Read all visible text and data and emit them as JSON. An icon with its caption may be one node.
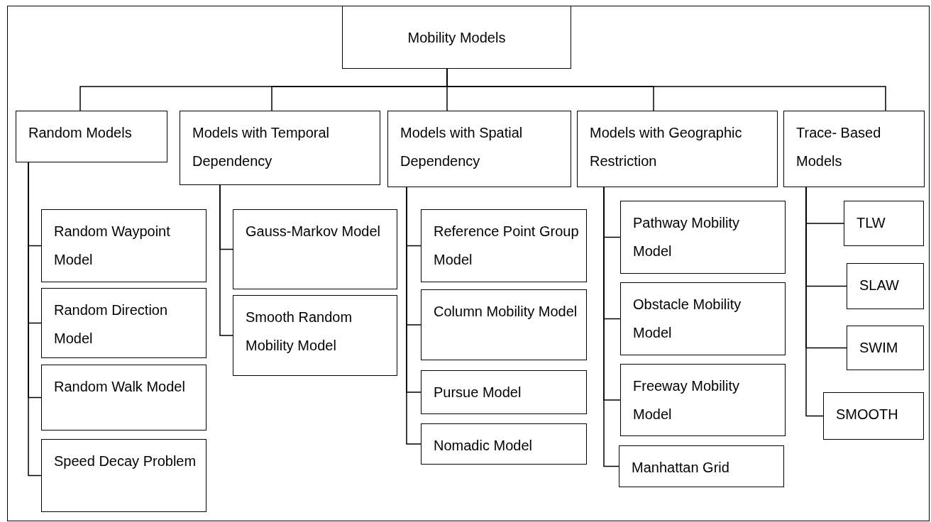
{
  "diagram": {
    "nodes": [
      {
        "text": [
          "Mobility Models"
        ]
      },
      {
        "text": [
          "Random Models"
        ]
      },
      {
        "text": [
          "Models with Temporal Dependency"
        ]
      },
      {
        "text": [
          "Models with Spatial Dependency"
        ]
      },
      {
        "text": [
          "Models with Geographic Restriction"
        ]
      },
      {
        "text": [
          "Trace- Based Models"
        ]
      },
      {
        "text": [
          "Random Waypoint Model"
        ]
      },
      {
        "text": [
          "Random Direction Model"
        ]
      },
      {
        "text": [
          "Random Walk Model"
        ]
      },
      {
        "text": [
          "Speed Decay Problem"
        ]
      },
      {
        "text": [
          "Gauss-Markov Model"
        ]
      },
      {
        "text": [
          "Smooth Random Mobility Model"
        ]
      },
      {
        "text": [
          "Reference Point Group Model"
        ]
      },
      {
        "text": [
          "Column Mobility Model"
        ]
      },
      {
        "text": [
          "Pursue Model"
        ]
      },
      {
        "text": [
          "Nomadic Model"
        ]
      },
      {
        "text": [
          "Pathway Mobility Model"
        ]
      },
      {
        "text": [
          "Obstacle Mobility Model"
        ]
      },
      {
        "text": [
          "Freeway Mobility Model"
        ]
      },
      {
        "text": [
          "Manhattan Grid"
        ]
      },
      {
        "text": [
          "TLW"
        ]
      },
      {
        "text": [
          "SLAW"
        ]
      },
      {
        "text": [
          "SWIM"
        ]
      },
      {
        "text": [
          "SMOOTH"
        ]
      }
    ],
    "edges": [
      {
        "from": 0,
        "to": 1,
        "arrow": "none"
      },
      {
        "from": 0,
        "to": 2,
        "arrow": "none"
      },
      {
        "from": 0,
        "to": 3,
        "arrow": "none"
      },
      {
        "from": 0,
        "to": 4,
        "arrow": "none"
      },
      {
        "from": 0,
        "to": 5,
        "arrow": "none"
      },
      {
        "from": 1,
        "to": 6,
        "arrow": "none"
      },
      {
        "from": 1,
        "to": 7,
        "arrow": "none"
      },
      {
        "from": 1,
        "to": 8,
        "arrow": "none"
      },
      {
        "from": 1,
        "to": 9,
        "arrow": "none"
      },
      {
        "from": 2,
        "to": 10,
        "arrow": "none"
      },
      {
        "from": 2,
        "to": 11,
        "arrow": "none"
      },
      {
        "from": 3,
        "to": 12,
        "arrow": "none"
      },
      {
        "from": 3,
        "to": 13,
        "arrow": "none"
      },
      {
        "from": 3,
        "to": 14,
        "arrow": "none"
      },
      {
        "from": 3,
        "to": 15,
        "arrow": "none"
      },
      {
        "from": 4,
        "to": 16,
        "arrow": "none"
      },
      {
        "from": 4,
        "to": 17,
        "arrow": "none"
      },
      {
        "from": 4,
        "to": 18,
        "arrow": "none"
      },
      {
        "from": 4,
        "to": 19,
        "arrow": "none"
      },
      {
        "from": 5,
        "to": 20,
        "arrow": "none"
      },
      {
        "from": 5,
        "to": 21,
        "arrow": "none"
      },
      {
        "from": 5,
        "to": 22,
        "arrow": "none"
      },
      {
        "from": 5,
        "to": 23,
        "arrow": "none"
      }
    ]
  }
}
